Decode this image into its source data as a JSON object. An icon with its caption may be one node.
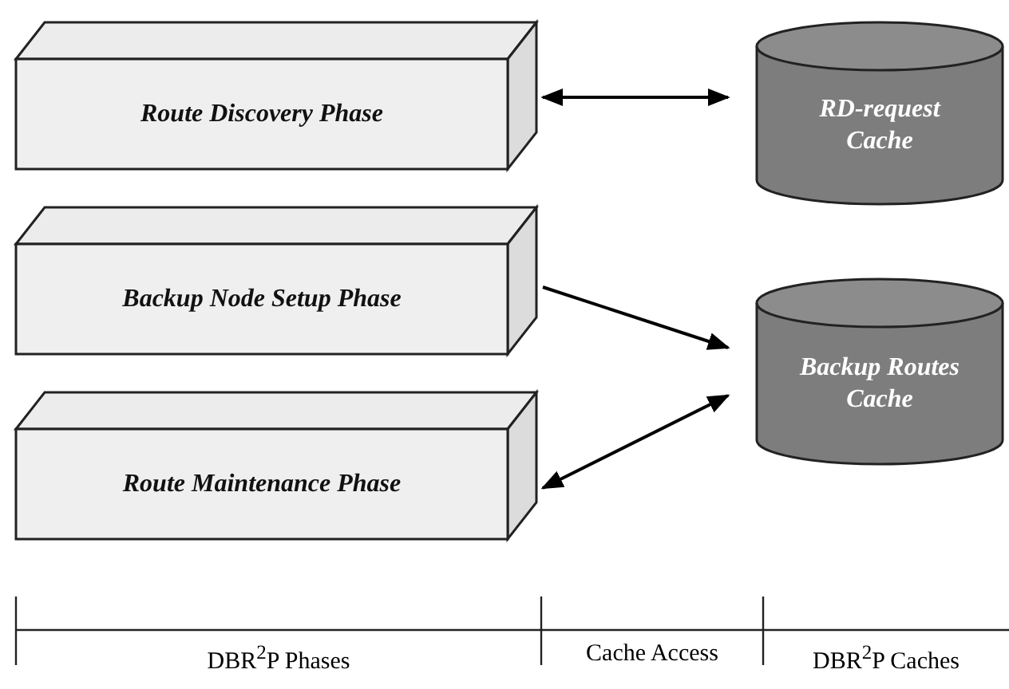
{
  "diagram": {
    "nodes": [
      {
        "text": [
          "Route Discovery Phase"
        ]
      },
      {
        "text": [
          "RD-request Cache"
        ]
      },
      {
        "text": [
          "Backup Node Setup Phase"
        ]
      },
      {
        "text": [
          "Backup Routes Cache"
        ]
      },
      {
        "text": [
          "Route Maintenance Phase"
        ]
      }
    ],
    "edges": [
      {
        "from": 0,
        "to": 1,
        "arrow": "both"
      },
      {
        "from": 2,
        "to": 3,
        "arrow": "to"
      },
      {
        "from": 4,
        "to": 3,
        "arrow": "both"
      }
    ],
    "labels": [
      "DBR$^{2}$P Phases",
      "Cache Access",
      "DBR$^{2}$P Caches"
    ]
  }
}
